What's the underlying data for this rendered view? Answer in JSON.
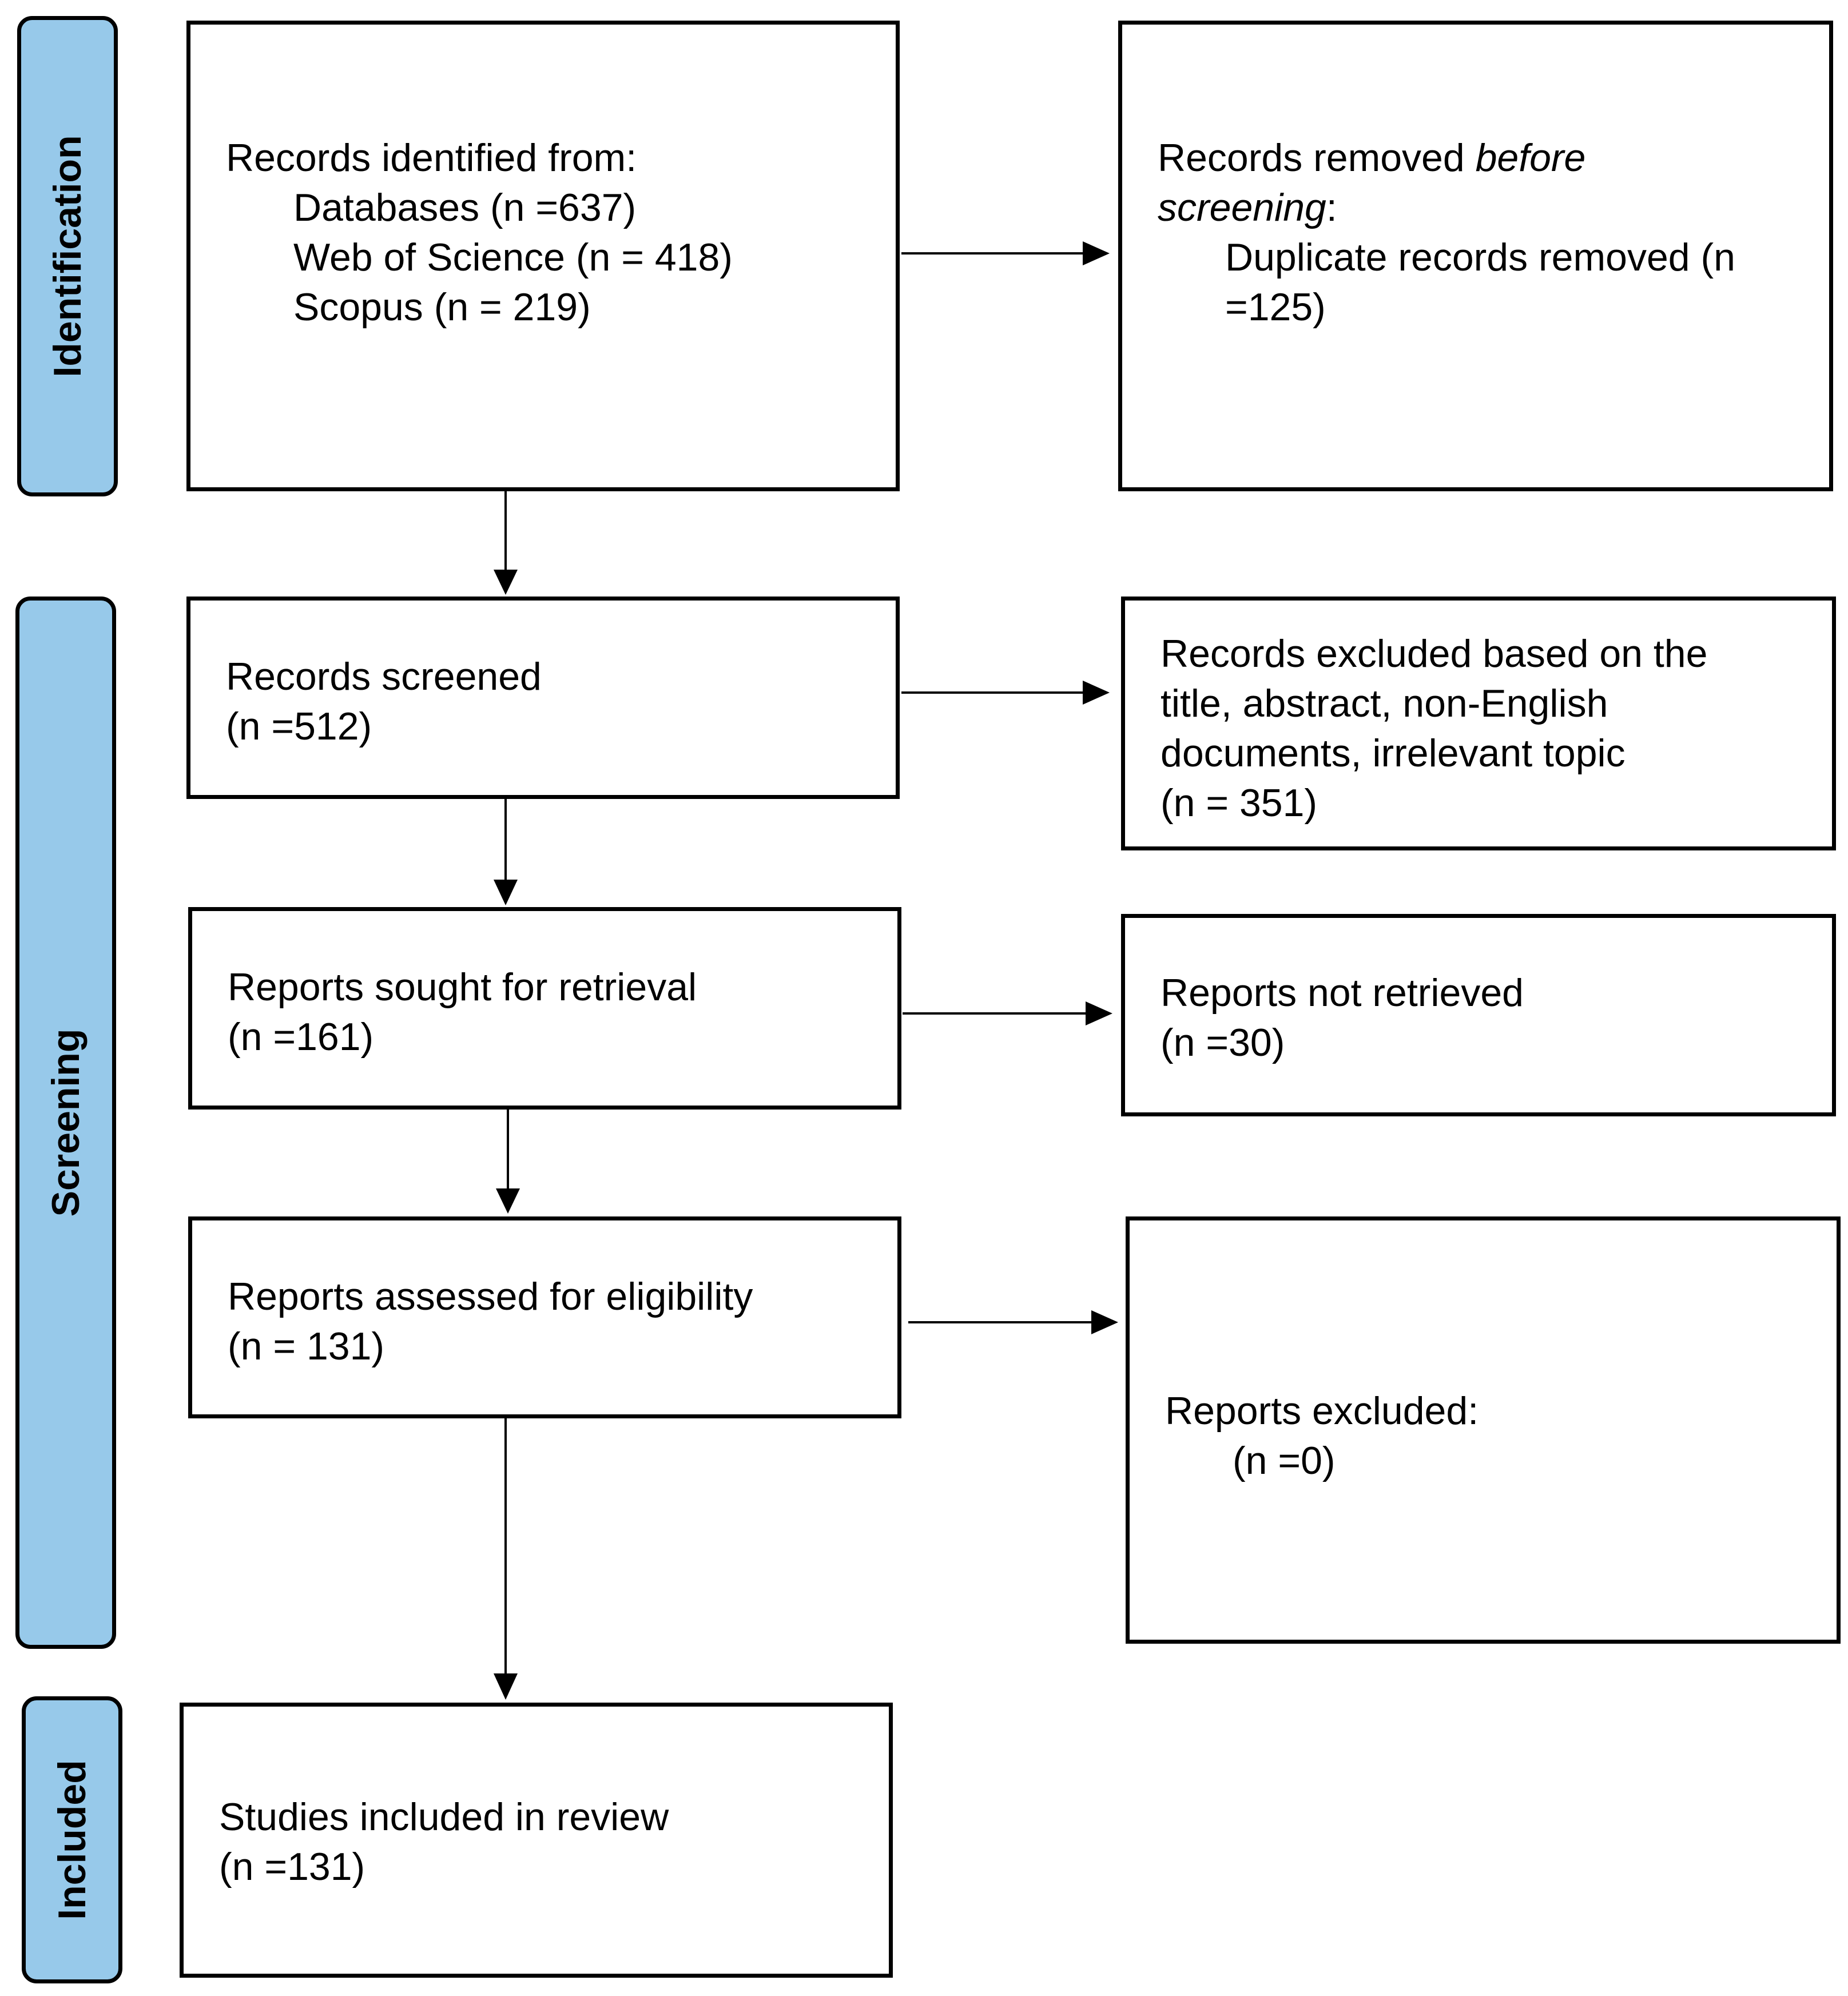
{
  "phases": {
    "identification": "Identification",
    "screening": "Screening",
    "included": "Included"
  },
  "boxes": {
    "identified": {
      "title": "Records identified from:",
      "items": [
        "Databases (n =637)",
        "Web of Science (n = 418)",
        "Scopus (n = 219)"
      ]
    },
    "removed": {
      "title_prefix": "Records removed ",
      "title_italic": "before",
      "title_italic_2": "screening",
      "title_suffix": ":",
      "items": [
        "Duplicate records removed (n",
        "=125)"
      ]
    },
    "screened": {
      "lines": [
        "Records screened",
        "(n =512)"
      ]
    },
    "excluded": {
      "lines": [
        "Records excluded based on the",
        "title, abstract, non-English",
        "documents, irrelevant topic",
        "(n = 351)"
      ]
    },
    "sought": {
      "lines": [
        "Reports sought for retrieval",
        "(n =161)"
      ]
    },
    "not_retrieved": {
      "lines": [
        "Reports not retrieved",
        "(n =30)"
      ]
    },
    "assessed": {
      "lines": [
        "Reports assessed for eligibility",
        "(n = 131)"
      ]
    },
    "reports_excluded": {
      "lines": [
        "Reports excluded:",
        "(n =0)"
      ]
    },
    "included": {
      "lines": [
        "Studies included in review",
        "(n =131)"
      ]
    }
  },
  "colors": {
    "phase_fill": "#97c9ea",
    "border": "#000000",
    "background": "#ffffff"
  }
}
